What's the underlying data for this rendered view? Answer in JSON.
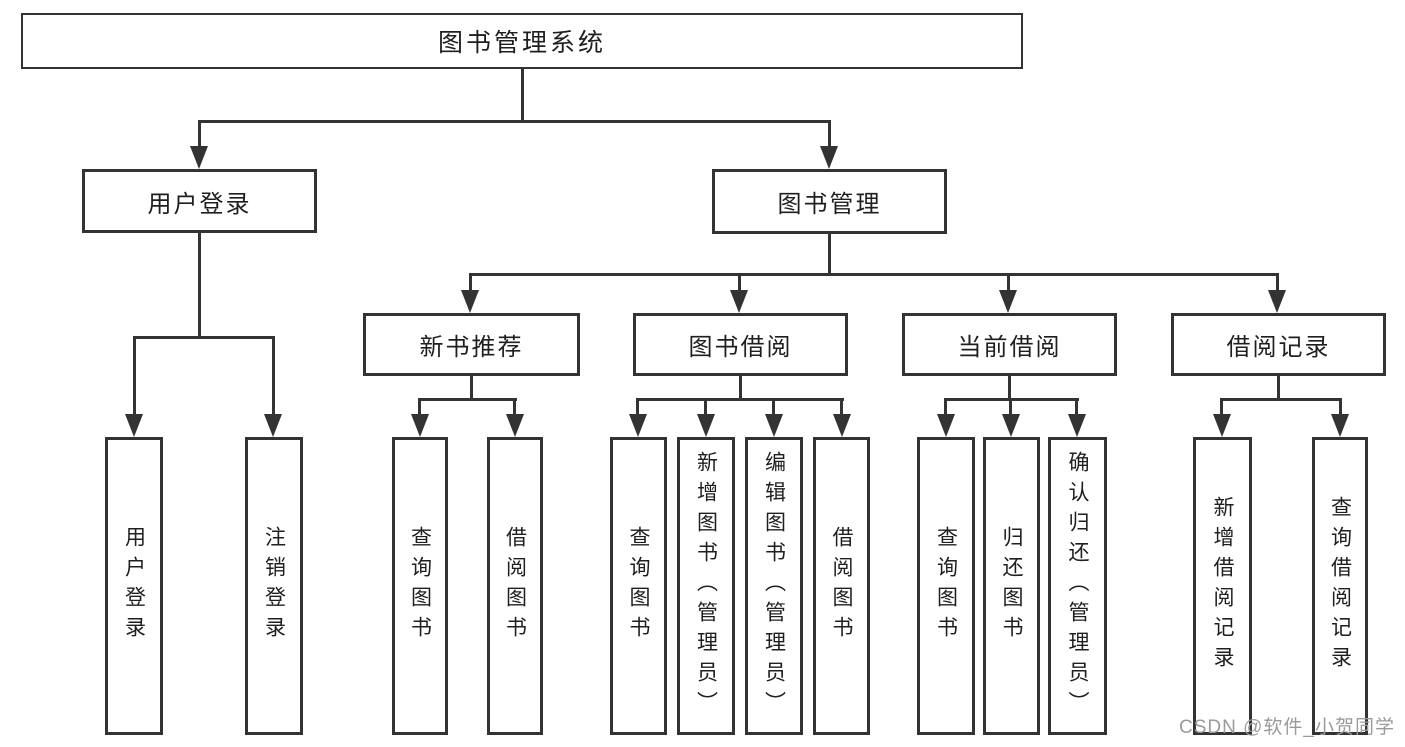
{
  "diagram": {
    "type": "hierarchy-tree",
    "colors": {
      "line": "#333333",
      "box_border": "#333333",
      "text": "#1f1f1f",
      "watermark": "#9b9b9b",
      "background": "#ffffff"
    },
    "root": {
      "label": "图书管理系统"
    },
    "level2": [
      {
        "id": "user-login",
        "label": "用户登录"
      },
      {
        "id": "book-management",
        "label": "图书管理"
      }
    ],
    "level3": [
      {
        "id": "new-book-recommend",
        "label": "新书推荐",
        "parent": "book-management"
      },
      {
        "id": "book-borrow",
        "label": "图书借阅",
        "parent": "book-management"
      },
      {
        "id": "current-borrow",
        "label": "当前借阅",
        "parent": "book-management"
      },
      {
        "id": "borrow-records",
        "label": "借阅记录",
        "parent": "book-management"
      }
    ],
    "leaves": {
      "user_login": [
        {
          "label": "用户登录"
        },
        {
          "label": "注销登录"
        }
      ],
      "new_book_recommend": [
        {
          "label": "查询图书"
        },
        {
          "label": "借阅图书"
        }
      ],
      "book_borrow": [
        {
          "label": "查询图书"
        },
        {
          "label": "新增图书（管理员）"
        },
        {
          "label": "编辑图书（管理员）"
        },
        {
          "label": "借阅图书"
        }
      ],
      "current_borrow": [
        {
          "label": "查询图书"
        },
        {
          "label": "归还图书"
        },
        {
          "label": "确认归还（管理员）"
        }
      ],
      "borrow_records": [
        {
          "label": "新增借阅记录"
        },
        {
          "label": "查询借阅记录"
        }
      ]
    }
  },
  "watermark": {
    "text": "CSDN @软件_小贺同学"
  }
}
